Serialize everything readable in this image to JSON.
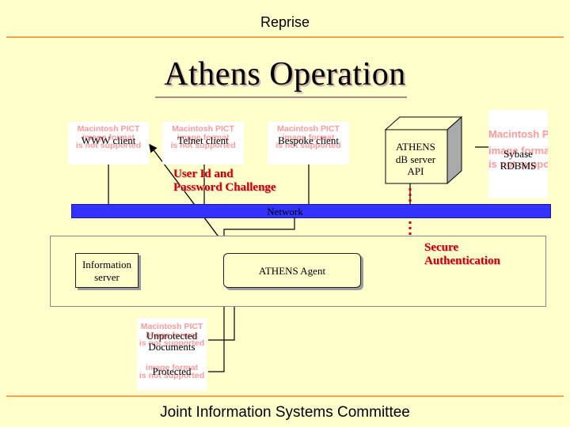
{
  "header": {
    "title": "Reprise"
  },
  "main_title": "Athens Operation",
  "pict_placeholder": {
    "line1": "Macintosh PICT",
    "line2": "image format",
    "line3": "is not supported"
  },
  "clients": {
    "www": "WWW client",
    "telnet": "Telnet client",
    "bespoke": "Bespoke client"
  },
  "challenge_label": {
    "line1": "User Id and",
    "line2": "Password Challenge"
  },
  "athens_db": {
    "line1": "ATHENS",
    "line2": "dB server",
    "line3": "API"
  },
  "sybase": {
    "line1": "Sybase",
    "line2": "RDBMS"
  },
  "network_label": "Network",
  "secure_auth": {
    "line1": "Secure",
    "line2": "Authentication"
  },
  "info_server": {
    "line1": "Information",
    "line2": "server"
  },
  "athens_agent": "ATHENS Agent",
  "documents": {
    "unprotected_line1": "Unprotected",
    "unprotected_line2": "Documents",
    "protected": "Protected"
  },
  "footer": {
    "title": "Joint Information Systems Committee"
  },
  "colors": {
    "background": "#ffffcc",
    "accent_rule": "#f5a24a",
    "network": "#3333ff",
    "auth_red": "#cc0000"
  }
}
